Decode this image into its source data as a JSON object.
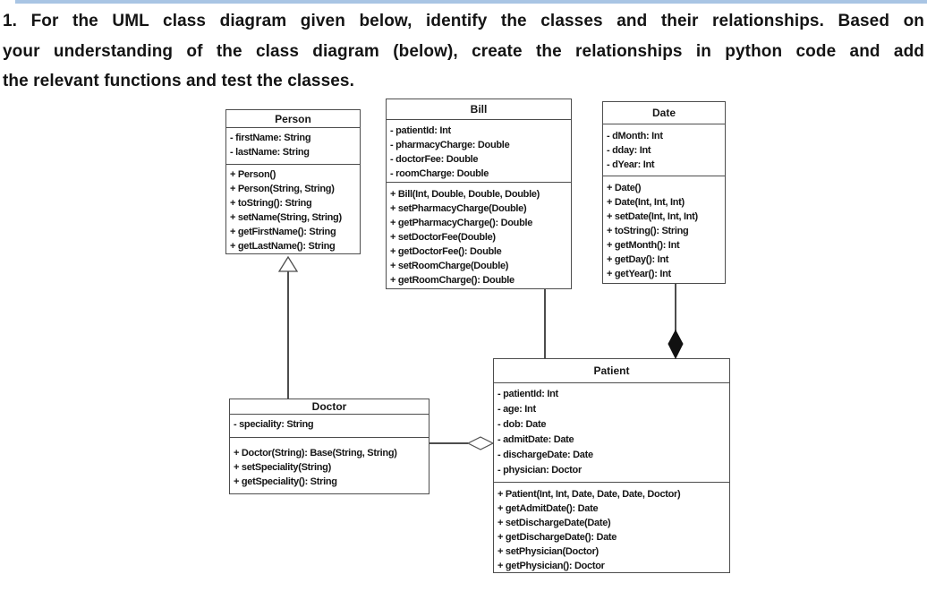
{
  "header": {
    "lines": [
      "1. For the UML class diagram given below, identify the classes and their relationships.  Based on",
      "your understanding of the class diagram (below), create the relationships in python code and add",
      "the relevant functions and test the classes."
    ]
  },
  "colors": {
    "top_strip": "#a9c5e4",
    "box_border": "#4d4d4d",
    "text": "#161616",
    "composition_diamond_fill": "#111111"
  },
  "diagram": {
    "classes": [
      {
        "name": "Person",
        "attributes": [
          "- firstName: String",
          "- lastName: String"
        ],
        "methods": [
          "+ Person()",
          "+ Person(String, String)",
          "+ toString(): String",
          "+ setName(String, String)",
          "+ getFirstName(): String",
          "+ getLastName(): String"
        ]
      },
      {
        "name": "Bill",
        "attributes": [
          "- patientId: Int",
          "- pharmacyCharge: Double",
          "- doctorFee: Double",
          "- roomCharge: Double"
        ],
        "methods": [
          "+ Bill(Int, Double, Double, Double)",
          "+ setPharmacyCharge(Double)",
          "+ getPharmacyCharge(): Double",
          "+ setDoctorFee(Double)",
          "+ getDoctorFee(): Double",
          "+ setRoomCharge(Double)",
          "+ getRoomCharge(): Double"
        ]
      },
      {
        "name": "Date",
        "attributes": [
          "- dMonth: Int",
          "- dday: Int",
          "- dYear: Int"
        ],
        "methods": [
          "+ Date()",
          "+ Date(Int, Int, Int)",
          "+ setDate(Int, Int, Int)",
          "+ toString(): String",
          "+ getMonth(): Int",
          "+ getDay(): Int",
          "+ getYear(): Int"
        ]
      },
      {
        "name": "Doctor",
        "attributes": [
          "- speciality: String"
        ],
        "methods": [
          "+ Doctor(String): Base(String, String)",
          "+ setSpeciality(String)",
          "+ getSpeciality(): String"
        ]
      },
      {
        "name": "Patient",
        "attributes": [
          "- patientId: Int",
          "- age: Int",
          "- dob: Date",
          "- admitDate: Date",
          "- dischargeDate: Date",
          "- physician: Doctor"
        ],
        "methods": [
          "+ Patient(Int, Int, Date, Date, Date, Doctor)",
          "+ getAdmitDate(): Date",
          "+ setDischargeDate(Date)",
          "+ getDischargeDate(): Date",
          "+ setPhysician(Doctor)",
          "+ getPhysician(): Doctor"
        ]
      }
    ],
    "relationships": [
      {
        "type": "generalization",
        "from": "Doctor",
        "to": "Person",
        "marker": "hollow-triangle"
      },
      {
        "type": "association",
        "from": "Bill",
        "to": "Patient",
        "marker": "plain-line"
      },
      {
        "type": "composition",
        "from": "Date",
        "to": "Patient",
        "marker": "filled-diamond"
      },
      {
        "type": "aggregation",
        "from": "Doctor",
        "to": "Patient",
        "marker": "hollow-diamond"
      }
    ]
  }
}
